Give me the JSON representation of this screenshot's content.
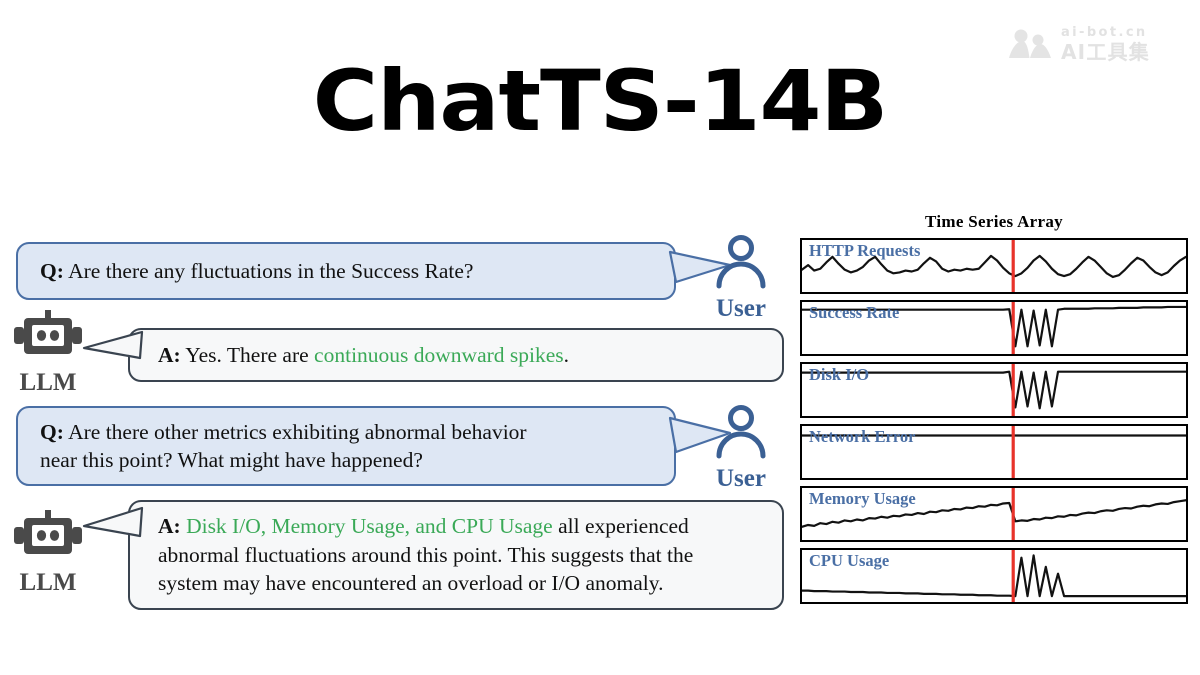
{
  "title": "ChatTS-14B",
  "watermark": {
    "top_text": "ai-bot.cn",
    "bottom_text": "AI工具集",
    "logo_icon": "ai-bot-logo-icon",
    "color": "#e2e2e2"
  },
  "colors": {
    "question_bubble_fill": "#dee7f4",
    "question_bubble_border": "#4a6fa5",
    "answer_bubble_fill": "#f7f8f9",
    "answer_bubble_border": "#3a4450",
    "highlight_green": "#3aa957",
    "series_label_blue": "#4a6fa5",
    "marker_red": "#e8332a",
    "user_blue": "#3b6094",
    "llm_gray": "#4a4a4a"
  },
  "conversation": [
    {
      "role": "user",
      "speaker_label": "User",
      "avatar_icon": "user-person-icon",
      "prefix": "Q:",
      "lines": [
        [
          {
            "text": "Are there any fluctuations in the Success Rate?",
            "style": "normal"
          }
        ]
      ]
    },
    {
      "role": "llm",
      "speaker_label": "LLM",
      "avatar_icon": "robot-head-icon",
      "prefix": "A:",
      "lines": [
        [
          {
            "text": "Yes. There are ",
            "style": "normal"
          },
          {
            "text": "continuous downward spikes",
            "style": "highlight"
          },
          {
            "text": ".",
            "style": "normal"
          }
        ]
      ]
    },
    {
      "role": "user",
      "speaker_label": "User",
      "avatar_icon": "user-person-icon",
      "prefix": "Q:",
      "lines": [
        [
          {
            "text": "Are there other metrics exhibiting abnormal behavior",
            "style": "normal"
          }
        ],
        [
          {
            "text": "near this point? What might have happened?",
            "style": "normal"
          }
        ]
      ]
    },
    {
      "role": "llm",
      "speaker_label": "LLM",
      "avatar_icon": "robot-head-icon",
      "prefix": "A:",
      "lines": [
        [
          {
            "text": "Disk I/O, Memory Usage, and CPU Usage",
            "style": "highlight"
          },
          {
            "text": " all experienced",
            "style": "normal"
          }
        ],
        [
          {
            "text": "abnormal fluctuations around this point. This suggests that the",
            "style": "normal"
          }
        ],
        [
          {
            "text": "system may have encountered an overload or I/O anomaly.",
            "style": "normal"
          }
        ]
      ]
    }
  ],
  "chart_data": {
    "type": "line",
    "title": "Time Series Array",
    "xlabel": "",
    "ylabel": "",
    "grid": false,
    "legend": "none",
    "annotations": [
      {
        "type": "vline",
        "x": 0.55,
        "color": "#e8332a",
        "label": "anomaly point marker"
      }
    ],
    "series": [
      {
        "name": "HTTP Requests",
        "description": "oscillating wave, continues after marker",
        "anomaly": "none",
        "values": [
          0.42,
          0.52,
          0.4,
          0.44,
          0.58,
          0.7,
          0.55,
          0.42,
          0.36,
          0.4,
          0.48,
          0.62,
          0.7,
          0.54,
          0.4,
          0.34,
          0.36,
          0.4,
          0.38,
          0.42,
          0.56,
          0.68,
          0.6,
          0.44,
          0.38,
          0.42,
          0.4,
          0.44,
          0.42,
          0.44,
          0.58,
          0.72,
          0.62,
          0.46,
          0.34,
          0.28,
          0.34,
          0.46,
          0.62,
          0.72,
          0.6,
          0.44,
          0.32,
          0.28,
          0.32,
          0.44,
          0.58,
          0.7,
          0.62,
          0.48,
          0.34,
          0.26,
          0.3,
          0.42,
          0.56,
          0.68,
          0.62,
          0.48,
          0.36,
          0.3,
          0.36,
          0.5,
          0.62,
          0.7
        ]
      },
      {
        "name": "Success Rate",
        "description": "high flat level with deep downward spikes just after marker",
        "anomaly": "continuous downward spikes",
        "values": [
          0.9,
          0.9,
          0.9,
          0.9,
          0.9,
          0.9,
          0.9,
          0.9,
          0.9,
          0.9,
          0.9,
          0.9,
          0.9,
          0.9,
          0.9,
          0.9,
          0.9,
          0.9,
          0.9,
          0.9,
          0.9,
          0.9,
          0.9,
          0.9,
          0.9,
          0.9,
          0.9,
          0.9,
          0.9,
          0.9,
          0.9,
          0.9,
          0.9,
          0.9,
          0.91,
          0.1,
          0.9,
          0.1,
          0.88,
          0.12,
          0.9,
          0.1,
          0.9,
          0.92,
          0.92,
          0.92,
          0.92,
          0.92,
          0.93,
          0.93,
          0.93,
          0.93,
          0.94,
          0.94,
          0.94,
          0.94,
          0.95,
          0.95,
          0.95,
          0.95,
          0.96,
          0.96,
          0.96,
          0.96
        ]
      },
      {
        "name": "Disk I/O",
        "description": "flat level with deep downward spikes just after marker",
        "anomaly": "abnormal fluctuations",
        "values": [
          0.88,
          0.88,
          0.88,
          0.88,
          0.88,
          0.88,
          0.88,
          0.88,
          0.88,
          0.88,
          0.88,
          0.88,
          0.88,
          0.88,
          0.88,
          0.88,
          0.88,
          0.88,
          0.88,
          0.88,
          0.88,
          0.88,
          0.88,
          0.88,
          0.88,
          0.88,
          0.88,
          0.88,
          0.88,
          0.88,
          0.88,
          0.88,
          0.88,
          0.88,
          0.9,
          0.12,
          0.9,
          0.14,
          0.88,
          0.1,
          0.9,
          0.14,
          0.9,
          0.9,
          0.9,
          0.9,
          0.9,
          0.9,
          0.9,
          0.9,
          0.9,
          0.9,
          0.9,
          0.9,
          0.9,
          0.9,
          0.9,
          0.9,
          0.9,
          0.9,
          0.9,
          0.9,
          0.9,
          0.9
        ]
      },
      {
        "name": "Network Error",
        "description": "flat, no anomaly",
        "anomaly": "none",
        "values": [
          0.86,
          0.86,
          0.86,
          0.86,
          0.86,
          0.86,
          0.86,
          0.86,
          0.86,
          0.86,
          0.86,
          0.86,
          0.86,
          0.86,
          0.86,
          0.86,
          0.86,
          0.86,
          0.86,
          0.86,
          0.86,
          0.86,
          0.86,
          0.86,
          0.86,
          0.86,
          0.86,
          0.86,
          0.86,
          0.86,
          0.86,
          0.86,
          0.86,
          0.86,
          0.86,
          0.86,
          0.86,
          0.86,
          0.86,
          0.86,
          0.86,
          0.86,
          0.86,
          0.86,
          0.86,
          0.86,
          0.86,
          0.86,
          0.86,
          0.86,
          0.86,
          0.86,
          0.86,
          0.86,
          0.86,
          0.86,
          0.86,
          0.86,
          0.86,
          0.86,
          0.86,
          0.86,
          0.86,
          0.86
        ]
      },
      {
        "name": "Memory Usage",
        "description": "noisy upward trend with a drop at the marker",
        "anomaly": "abnormal fluctuations",
        "values": [
          0.22,
          0.26,
          0.24,
          0.3,
          0.28,
          0.33,
          0.31,
          0.36,
          0.34,
          0.38,
          0.36,
          0.41,
          0.4,
          0.44,
          0.42,
          0.46,
          0.45,
          0.49,
          0.48,
          0.52,
          0.5,
          0.55,
          0.54,
          0.58,
          0.57,
          0.61,
          0.6,
          0.64,
          0.63,
          0.67,
          0.66,
          0.7,
          0.69,
          0.73,
          0.74,
          0.34,
          0.36,
          0.35,
          0.39,
          0.38,
          0.42,
          0.41,
          0.45,
          0.44,
          0.48,
          0.47,
          0.51,
          0.53,
          0.52,
          0.56,
          0.58,
          0.57,
          0.61,
          0.63,
          0.62,
          0.66,
          0.68,
          0.67,
          0.71,
          0.73,
          0.72,
          0.76,
          0.78,
          0.8
        ]
      },
      {
        "name": "CPU Usage",
        "description": "low slowly declining baseline with sharp upward spikes after marker",
        "anomaly": "abnormal fluctuations",
        "values": [
          0.18,
          0.18,
          0.17,
          0.17,
          0.17,
          0.16,
          0.16,
          0.16,
          0.15,
          0.15,
          0.15,
          0.14,
          0.14,
          0.14,
          0.13,
          0.13,
          0.13,
          0.12,
          0.12,
          0.12,
          0.11,
          0.11,
          0.11,
          0.1,
          0.1,
          0.1,
          0.09,
          0.09,
          0.09,
          0.08,
          0.08,
          0.08,
          0.07,
          0.07,
          0.07,
          0.06,
          0.9,
          0.06,
          0.95,
          0.06,
          0.7,
          0.06,
          0.55,
          0.06,
          0.06,
          0.06,
          0.06,
          0.06,
          0.06,
          0.06,
          0.06,
          0.06,
          0.06,
          0.06,
          0.06,
          0.06,
          0.06,
          0.06,
          0.06,
          0.06,
          0.06,
          0.06,
          0.06,
          0.06
        ]
      }
    ]
  }
}
